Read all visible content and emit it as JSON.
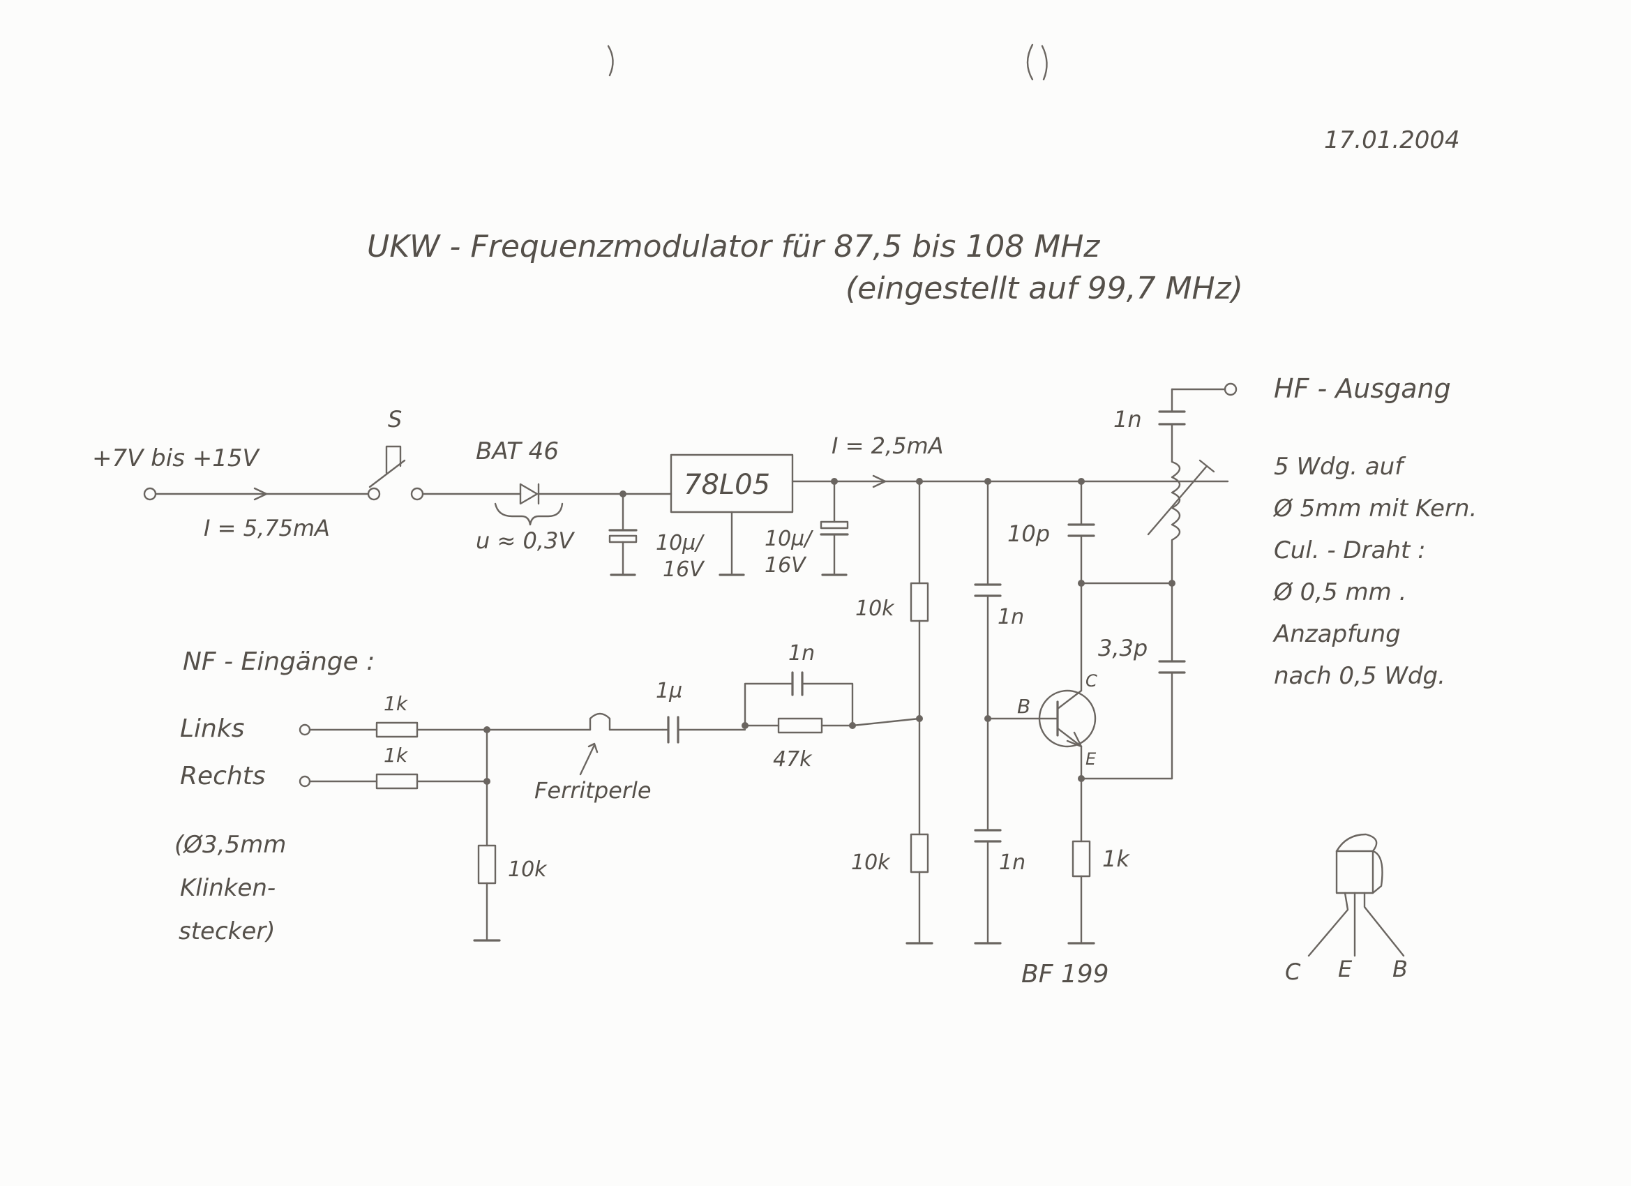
{
  "date": "17.01.2004",
  "title_line1": "UKW - Frequenzmodulator für 87,5 bis 108 MHz",
  "title_line2": "(eingestellt auf 99,7 MHz)",
  "supply": {
    "voltage": "+7V bis +15V",
    "current": "I = 5,75mA",
    "switch": "S",
    "diode": "BAT 46",
    "diode_drop": "u ≈ 0,3V",
    "regulator": "78L05",
    "cap_in": [
      "10µ/",
      "16V"
    ],
    "cap_out": [
      "10µ/",
      "16V"
    ],
    "current_out": "I = 2,5mA"
  },
  "output": {
    "label": "HF - Ausgang",
    "coupling_cap": "1n"
  },
  "coil_notes": [
    "5 Wdg. auf",
    "Ø 5mm mit Kern.",
    "Cul. - Draht :",
    "Ø 0,5 mm .",
    "Anzapfung",
    "nach 0,5 Wdg."
  ],
  "inputs": {
    "heading": "NF - Eingänge :",
    "left": "Links",
    "right": "Rechts",
    "r_left": "1k",
    "r_right": "1k",
    "r_shunt": "10k",
    "connector": [
      "(Ø3,5mm",
      "Klinken-",
      "stecker)"
    ]
  },
  "mod_path": {
    "ferrite": "Ferritperle",
    "coupling_cap": "1µ",
    "bypass_cap": "1n",
    "series_r": "47k"
  },
  "bias": {
    "r_top": "10k",
    "r_bottom": "10k",
    "cap_top": "1n",
    "cap_bottom": "1n"
  },
  "oscillator": {
    "tank_cap": "10p",
    "feedback_cap": "3,3p",
    "emitter_r": "1k",
    "transistor": "BF 199",
    "pin_b": "B",
    "pin_c": "C",
    "pin_e": "E"
  },
  "pinout": {
    "pins": [
      "C",
      "E",
      "B"
    ]
  }
}
